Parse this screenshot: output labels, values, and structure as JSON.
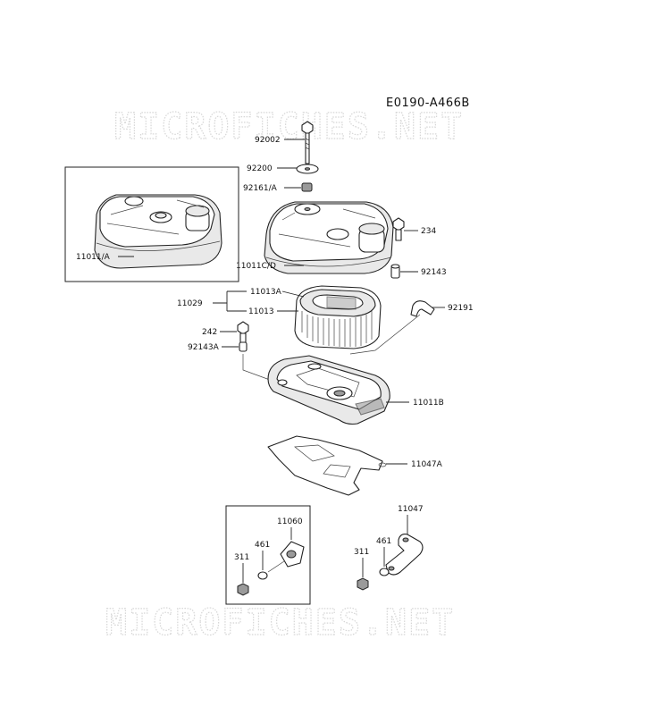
{
  "reference_code": "E0190-A466B",
  "watermark": "MICROFICHES.NET",
  "parts": {
    "p92002": "92002",
    "p92200": "92200",
    "p92161a": "92161/A",
    "p11011a": "11011/A",
    "p11011cd": "11011C/D",
    "p234": "234",
    "p92143": "92143",
    "p11029": "11029",
    "p11013a": "11013A",
    "p11013": "11013",
    "p92191": "92191",
    "p242": "242",
    "p92143a": "92143A",
    "p11011b": "11011B",
    "p11047a": "11047A",
    "p11060": "11060",
    "p461_left": "461",
    "p311_left": "311",
    "p11047": "11047",
    "p461_right": "461",
    "p311_right": "311"
  }
}
